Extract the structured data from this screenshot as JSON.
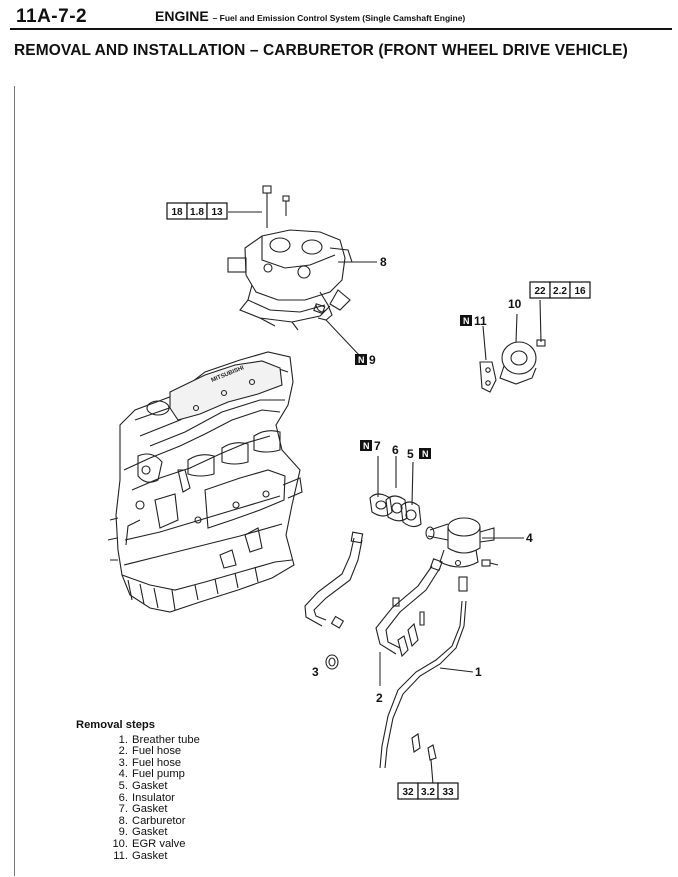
{
  "header": {
    "page_number": "11A-7-2",
    "section": "ENGINE",
    "subsection": "– Fuel and Emission Control System (Single Camshaft Engine)"
  },
  "title": "REMOVAL AND INSTALLATION – CARBURETOR (FRONT WHEEL DRIVE VEHICLE)",
  "torque_specs": [
    {
      "values": [
        "18",
        "1.8",
        "13"
      ]
    },
    {
      "values": [
        "22",
        "2.2",
        "16"
      ]
    },
    {
      "values": [
        "32",
        "3.2",
        "33"
      ]
    }
  ],
  "part_callouts": [
    "1",
    "2",
    "3",
    "4",
    "5",
    "6",
    "7",
    "8",
    "9",
    "10",
    "11"
  ],
  "new_part_mark": "N",
  "engine_nameplate": "MITSUBISHI",
  "removal": {
    "heading": "Removal steps",
    "steps": [
      {
        "num": "1.",
        "name": "Breather tube"
      },
      {
        "num": "2.",
        "name": "Fuel hose"
      },
      {
        "num": "3.",
        "name": "Fuel hose"
      },
      {
        "num": "4.",
        "name": "Fuel pump"
      },
      {
        "num": "5.",
        "name": "Gasket"
      },
      {
        "num": "6.",
        "name": "Insulator"
      },
      {
        "num": "7.",
        "name": "Gasket"
      },
      {
        "num": "8.",
        "name": "Carburetor"
      },
      {
        "num": "9.",
        "name": "Gasket"
      },
      {
        "num": "10.",
        "name": "EGR valve"
      },
      {
        "num": "11.",
        "name": "Gasket"
      }
    ]
  }
}
